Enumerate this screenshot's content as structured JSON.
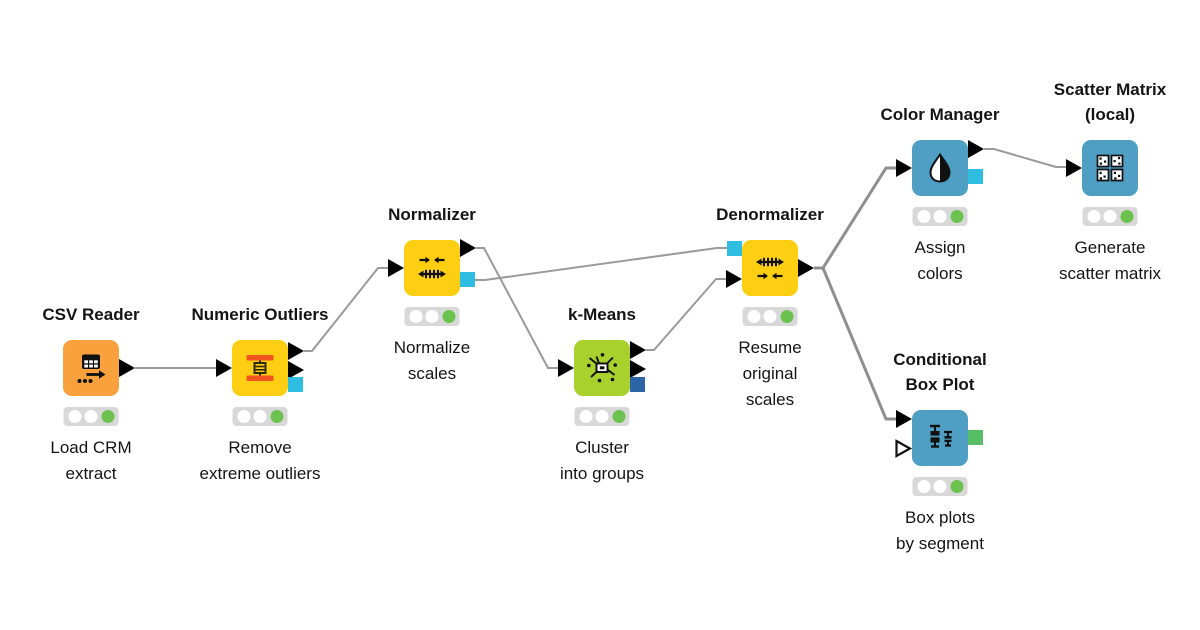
{
  "workflow": {
    "connection_color": "#9a9a9a",
    "branch_connection_color": "#8f8f8f",
    "traffic_light": {
      "off_color": "#ffffff",
      "on_color": "#6CC24F",
      "background": "#D8D8D8"
    },
    "ports": {
      "data_black": "#000000",
      "model_cyan": "#2FBEE2",
      "cluster_navy": "#2B65A5",
      "image_green": "#56BF63"
    },
    "nodes": [
      {
        "id": "csv-reader",
        "title": "CSV Reader",
        "annotation": "Load CRM\nextract",
        "color": "#F9A13C",
        "icon": "csv-table-icon",
        "status": "executed"
      },
      {
        "id": "numeric-outliers",
        "title": "Numeric Outliers",
        "annotation": "Remove\nextreme outliers",
        "color": "#FDCE11",
        "icon": "outlier-bars-icon",
        "status": "executed"
      },
      {
        "id": "normalizer",
        "title": "Normalizer",
        "annotation": "Normalize\nscales",
        "color": "#FDCE11",
        "icon": "normalize-scale-icon",
        "status": "executed"
      },
      {
        "id": "k-means",
        "title": "k-Means",
        "annotation": "Cluster\ninto groups",
        "color": "#A9D12D",
        "icon": "cluster-starburst-icon",
        "status": "executed"
      },
      {
        "id": "denormalizer",
        "title": "Denormalizer",
        "annotation": "Resume\noriginal\nscales",
        "color": "#FDCE11",
        "icon": "denormalize-scale-icon",
        "status": "executed"
      },
      {
        "id": "color-manager",
        "title": "Color Manager",
        "annotation": "Assign\ncolors",
        "color": "#4F9EC4",
        "icon": "color-droplet-icon",
        "status": "executed"
      },
      {
        "id": "scatter-matrix",
        "title": "Scatter Matrix\n(local)",
        "annotation": "Generate\nscatter matrix",
        "color": "#4F9EC4",
        "icon": "scatter-matrix-icon",
        "status": "executed"
      },
      {
        "id": "conditional-box-plot",
        "title": "Conditional\nBox Plot",
        "annotation": "Box plots\nby segment",
        "color": "#4F9EC4",
        "icon": "box-plot-icon",
        "status": "executed"
      }
    ],
    "connections": [
      {
        "from": "csv-reader",
        "to": "numeric-outliers",
        "type": "data"
      },
      {
        "from": "numeric-outliers",
        "to": "normalizer",
        "type": "data"
      },
      {
        "from": "normalizer",
        "to": "k-means",
        "type": "data"
      },
      {
        "from": "normalizer",
        "to": "denormalizer",
        "type": "model"
      },
      {
        "from": "k-means",
        "to": "denormalizer",
        "type": "data"
      },
      {
        "from": "denormalizer",
        "to": "color-manager",
        "type": "data"
      },
      {
        "from": "denormalizer",
        "to": "conditional-box-plot",
        "type": "data"
      },
      {
        "from": "color-manager",
        "to": "scatter-matrix",
        "type": "data"
      }
    ]
  }
}
